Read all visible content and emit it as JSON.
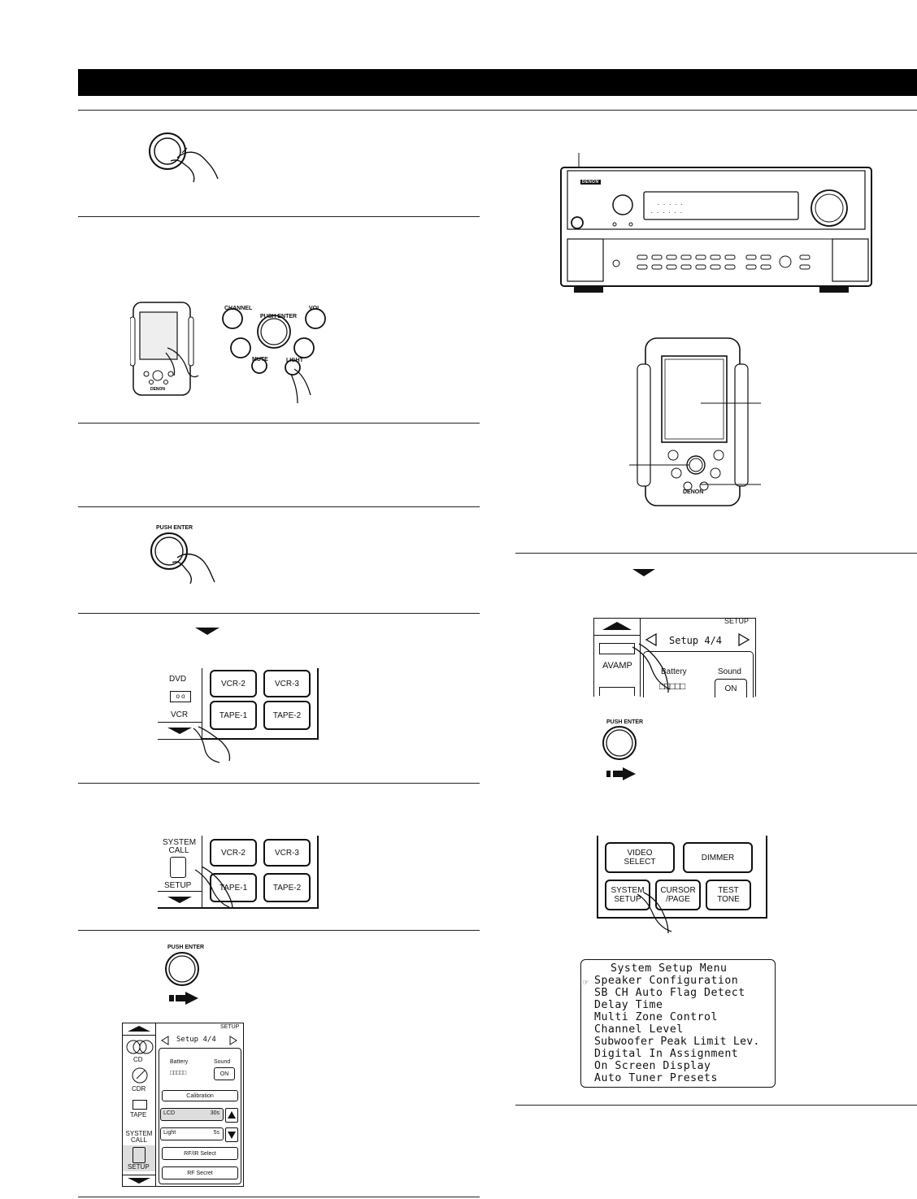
{
  "labels": {
    "channel": "CHANNEL",
    "push_enter": "PUSH ENTER",
    "vol": "VOL",
    "mute": "MUTE",
    "light": "LIGHT",
    "brand": "DENON"
  },
  "panel_vcr": {
    "side_dvd": "DVD",
    "side_vcr": "VCR",
    "buttons": [
      "VCR-2",
      "VCR-3",
      "TAPE-1",
      "TAPE-2"
    ]
  },
  "panel_system": {
    "side_system_call": "SYSTEM\nCALL",
    "side_setup": "SETUP",
    "buttons": [
      "VCR-2",
      "VCR-3",
      "TAPE-1",
      "TAPE-2"
    ]
  },
  "setup_screen_left": {
    "corner": "SETUP",
    "title": "Setup 4/4",
    "side_items": [
      "CD",
      "CDR",
      "TAPE",
      "SYSTEM\nCALL",
      "SETUP"
    ],
    "battery_label": "Battery",
    "sound_label": "Sound",
    "sound_value": "ON",
    "calibration": "Calibration",
    "lcd_label": "LCD",
    "lcd_value": "30s",
    "light_label": "Light",
    "light_value": "5s",
    "rf_ir_select": "RF/IR Select",
    "rf_secret": "RF Secret"
  },
  "setup_screen_right": {
    "corner": "SETUP",
    "title": "Setup 4/4",
    "side_item": "AVAMP",
    "battery_label": "Battery",
    "sound_label": "Sound",
    "sound_value": "ON"
  },
  "function_buttons": {
    "video_select": "VIDEO\nSELECT",
    "dimmer": "DIMMER",
    "system_setup": "SYSTEM\nSETUP",
    "cursor_page": "CURSOR\n/PAGE",
    "test_tone": "TEST\nTONE"
  },
  "osd_menu": {
    "title": "System Setup Menu",
    "items": [
      "Speaker Configuration",
      "SB CH Auto Flag Detect",
      "Delay Time",
      "Multi Zone Control",
      "Channel Level",
      "Subwoofer Peak Limit Lev.",
      "Digital In Assignment",
      "On Screen Display",
      "Auto Tuner Presets"
    ]
  }
}
